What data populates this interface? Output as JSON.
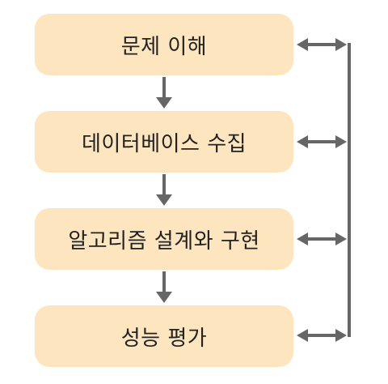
{
  "flow": {
    "steps": [
      {
        "label": "문제 이해"
      },
      {
        "label": "데이터베이스 수집"
      },
      {
        "label": "알고리즘 설계와 구현"
      },
      {
        "label": "성능 평가"
      }
    ]
  },
  "colors": {
    "box_fill": "#fde5bf",
    "arrow": "#666666",
    "text": "#222222"
  },
  "icons": {
    "down_arrow": "down-arrow-icon",
    "feedback_arrow": "double-arrow-icon"
  }
}
